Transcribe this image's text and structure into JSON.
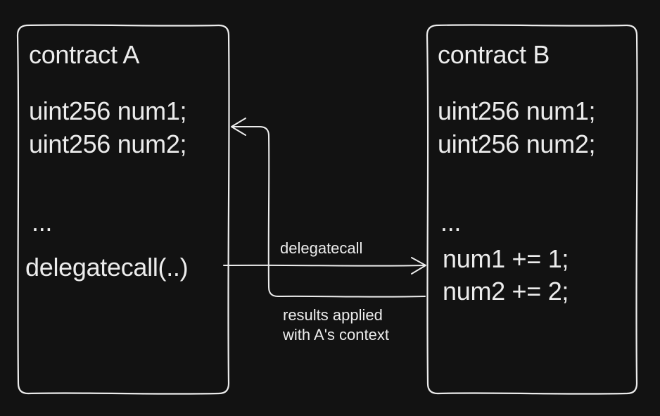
{
  "contract_a": {
    "title": "contract A",
    "line1": "uint256 num1;",
    "line2": "uint256 num2;",
    "ellipsis": "...",
    "call": "delegatecall(..)"
  },
  "contract_b": {
    "title": "contract B",
    "line1": "uint256 num1;",
    "line2": "uint256 num2;",
    "ellipsis": "...",
    "stmt1": "num1 += 1;",
    "stmt2": "num2 += 2;"
  },
  "labels": {
    "delegatecall": "delegatecall",
    "results_line1": "results applied",
    "results_line2": "with A's context"
  },
  "colors": {
    "background": "#121212",
    "stroke": "#ececec"
  }
}
